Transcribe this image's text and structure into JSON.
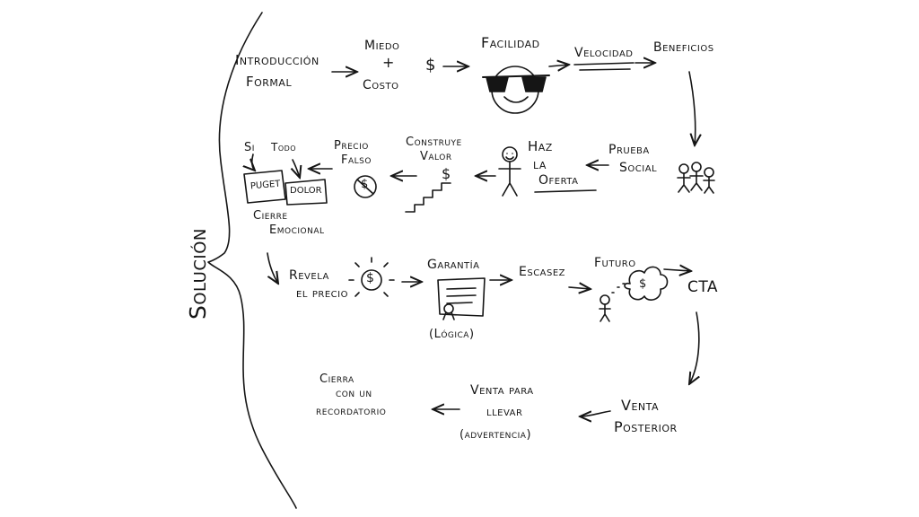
{
  "brace_label": "Solución",
  "row1": {
    "intro_line1": "Introducción",
    "intro_line2": "Formal",
    "miedo": "Miedo",
    "plus": "+",
    "costo": "Costo",
    "dollar": "$",
    "facilidad": "Facilidad",
    "velocidad": "Velocidad",
    "beneficios": "Beneficios"
  },
  "row2": {
    "prueba_line1": "Prueba",
    "prueba_line2": "Social",
    "haz": "Haz",
    "la": "la",
    "oferta": "Oferta",
    "construye_line1": "Construye",
    "construye_line2": "Valor",
    "dollar": "$",
    "precio_line1": "Precio",
    "precio_line2": "Falso",
    "si": "Si",
    "todo": "Todo",
    "puget": "PUGET",
    "dolor": "DOLOR",
    "cierre_line1": "Cierre",
    "cierre_line2": "Emocional"
  },
  "row3": {
    "revela_line1": "Revela",
    "revela_line2": "el precio",
    "garantia": "Garantía",
    "logica": "(Lógica)",
    "escasez": "Escasez",
    "futuro": "Futuro",
    "cta": "CTA"
  },
  "row4": {
    "venta_post_line1": "Venta",
    "venta_post_line2": "Posterior",
    "venta_llevar_line1": "Venta para",
    "venta_llevar_line2": "llevar",
    "venta_llevar_line3": "(advertencia)",
    "cierra_line1": "Cierra",
    "cierra_line2": "con un",
    "cierra_line3": "recordatorio"
  },
  "ink_color": "#151515",
  "icons": [
    "sunglasses-smiley-icon",
    "stick-figure-icon",
    "crowd-icon",
    "stairs-icon",
    "crossed-dollar-icon",
    "shining-dollar-icon",
    "certificate-icon",
    "thought-cloud-icon",
    "arrow-icon"
  ]
}
